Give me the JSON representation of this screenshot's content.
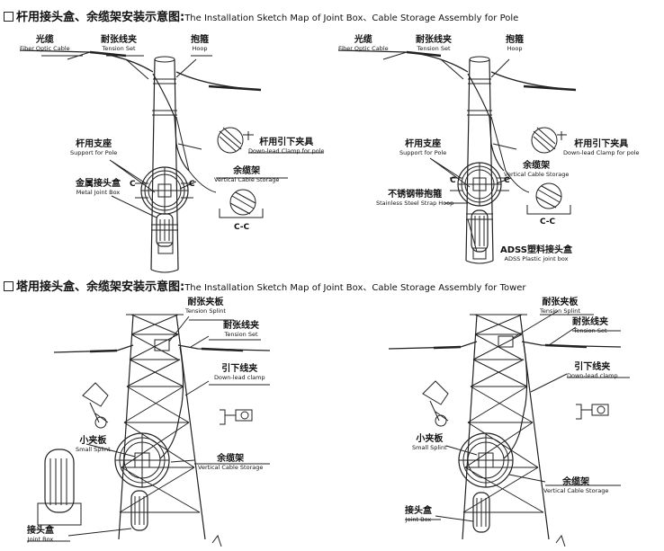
{
  "headings": {
    "pole": {
      "cn": "杆用接头盒、余缆架安装示意图:",
      "en": "The Installation Sketch Map of Joint Box、Cable Storage Assembly for Pole"
    },
    "tower": {
      "cn": "塔用接头盒、余缆架安装示意图:",
      "en": "The Installation Sketch Map of Joint Box、Cable Storage Assembly for Tower"
    }
  },
  "labels": {
    "fiber_cable": {
      "cn": "光缆",
      "en": "Fiber Optic Cable"
    },
    "tension_set": {
      "cn": "耐张线夹",
      "en": "Tension Set"
    },
    "hoop": {
      "cn": "抱箍",
      "en": "Hoop"
    },
    "down_lead_clamp_pole": {
      "cn": "杆用引下夹具",
      "en": "Down-lead Clamp for pole"
    },
    "support_for_pole": {
      "cn": "杆用支座",
      "en": "Support for Pole"
    },
    "vertical_cable_storage": {
      "cn": "余缆架",
      "en": "Vertical Cable Storage"
    },
    "metal_joint_box": {
      "cn": "金属接头盒",
      "en": "Metal Joint Box"
    },
    "stainless_hoop": {
      "cn": "不锈钢带抱箍",
      "en": "Stainless Steel Strap Hoop"
    },
    "adss_box": {
      "cn": "ADSS塑料接头盒",
      "en": "ADSS Plastic joint box"
    },
    "tension_splint": {
      "cn": "耐张夹板",
      "en": "Tension Splint"
    },
    "down_lead_clamp": {
      "cn": "引下线夹",
      "en": "Down-lead clamp"
    },
    "small_splint": {
      "cn": "小夹板",
      "en": "Small Splint"
    },
    "joint_box": {
      "cn": "接头盒",
      "en": "Joint Box"
    }
  },
  "section_marks": {
    "c": "C",
    "cc": "C-C"
  }
}
